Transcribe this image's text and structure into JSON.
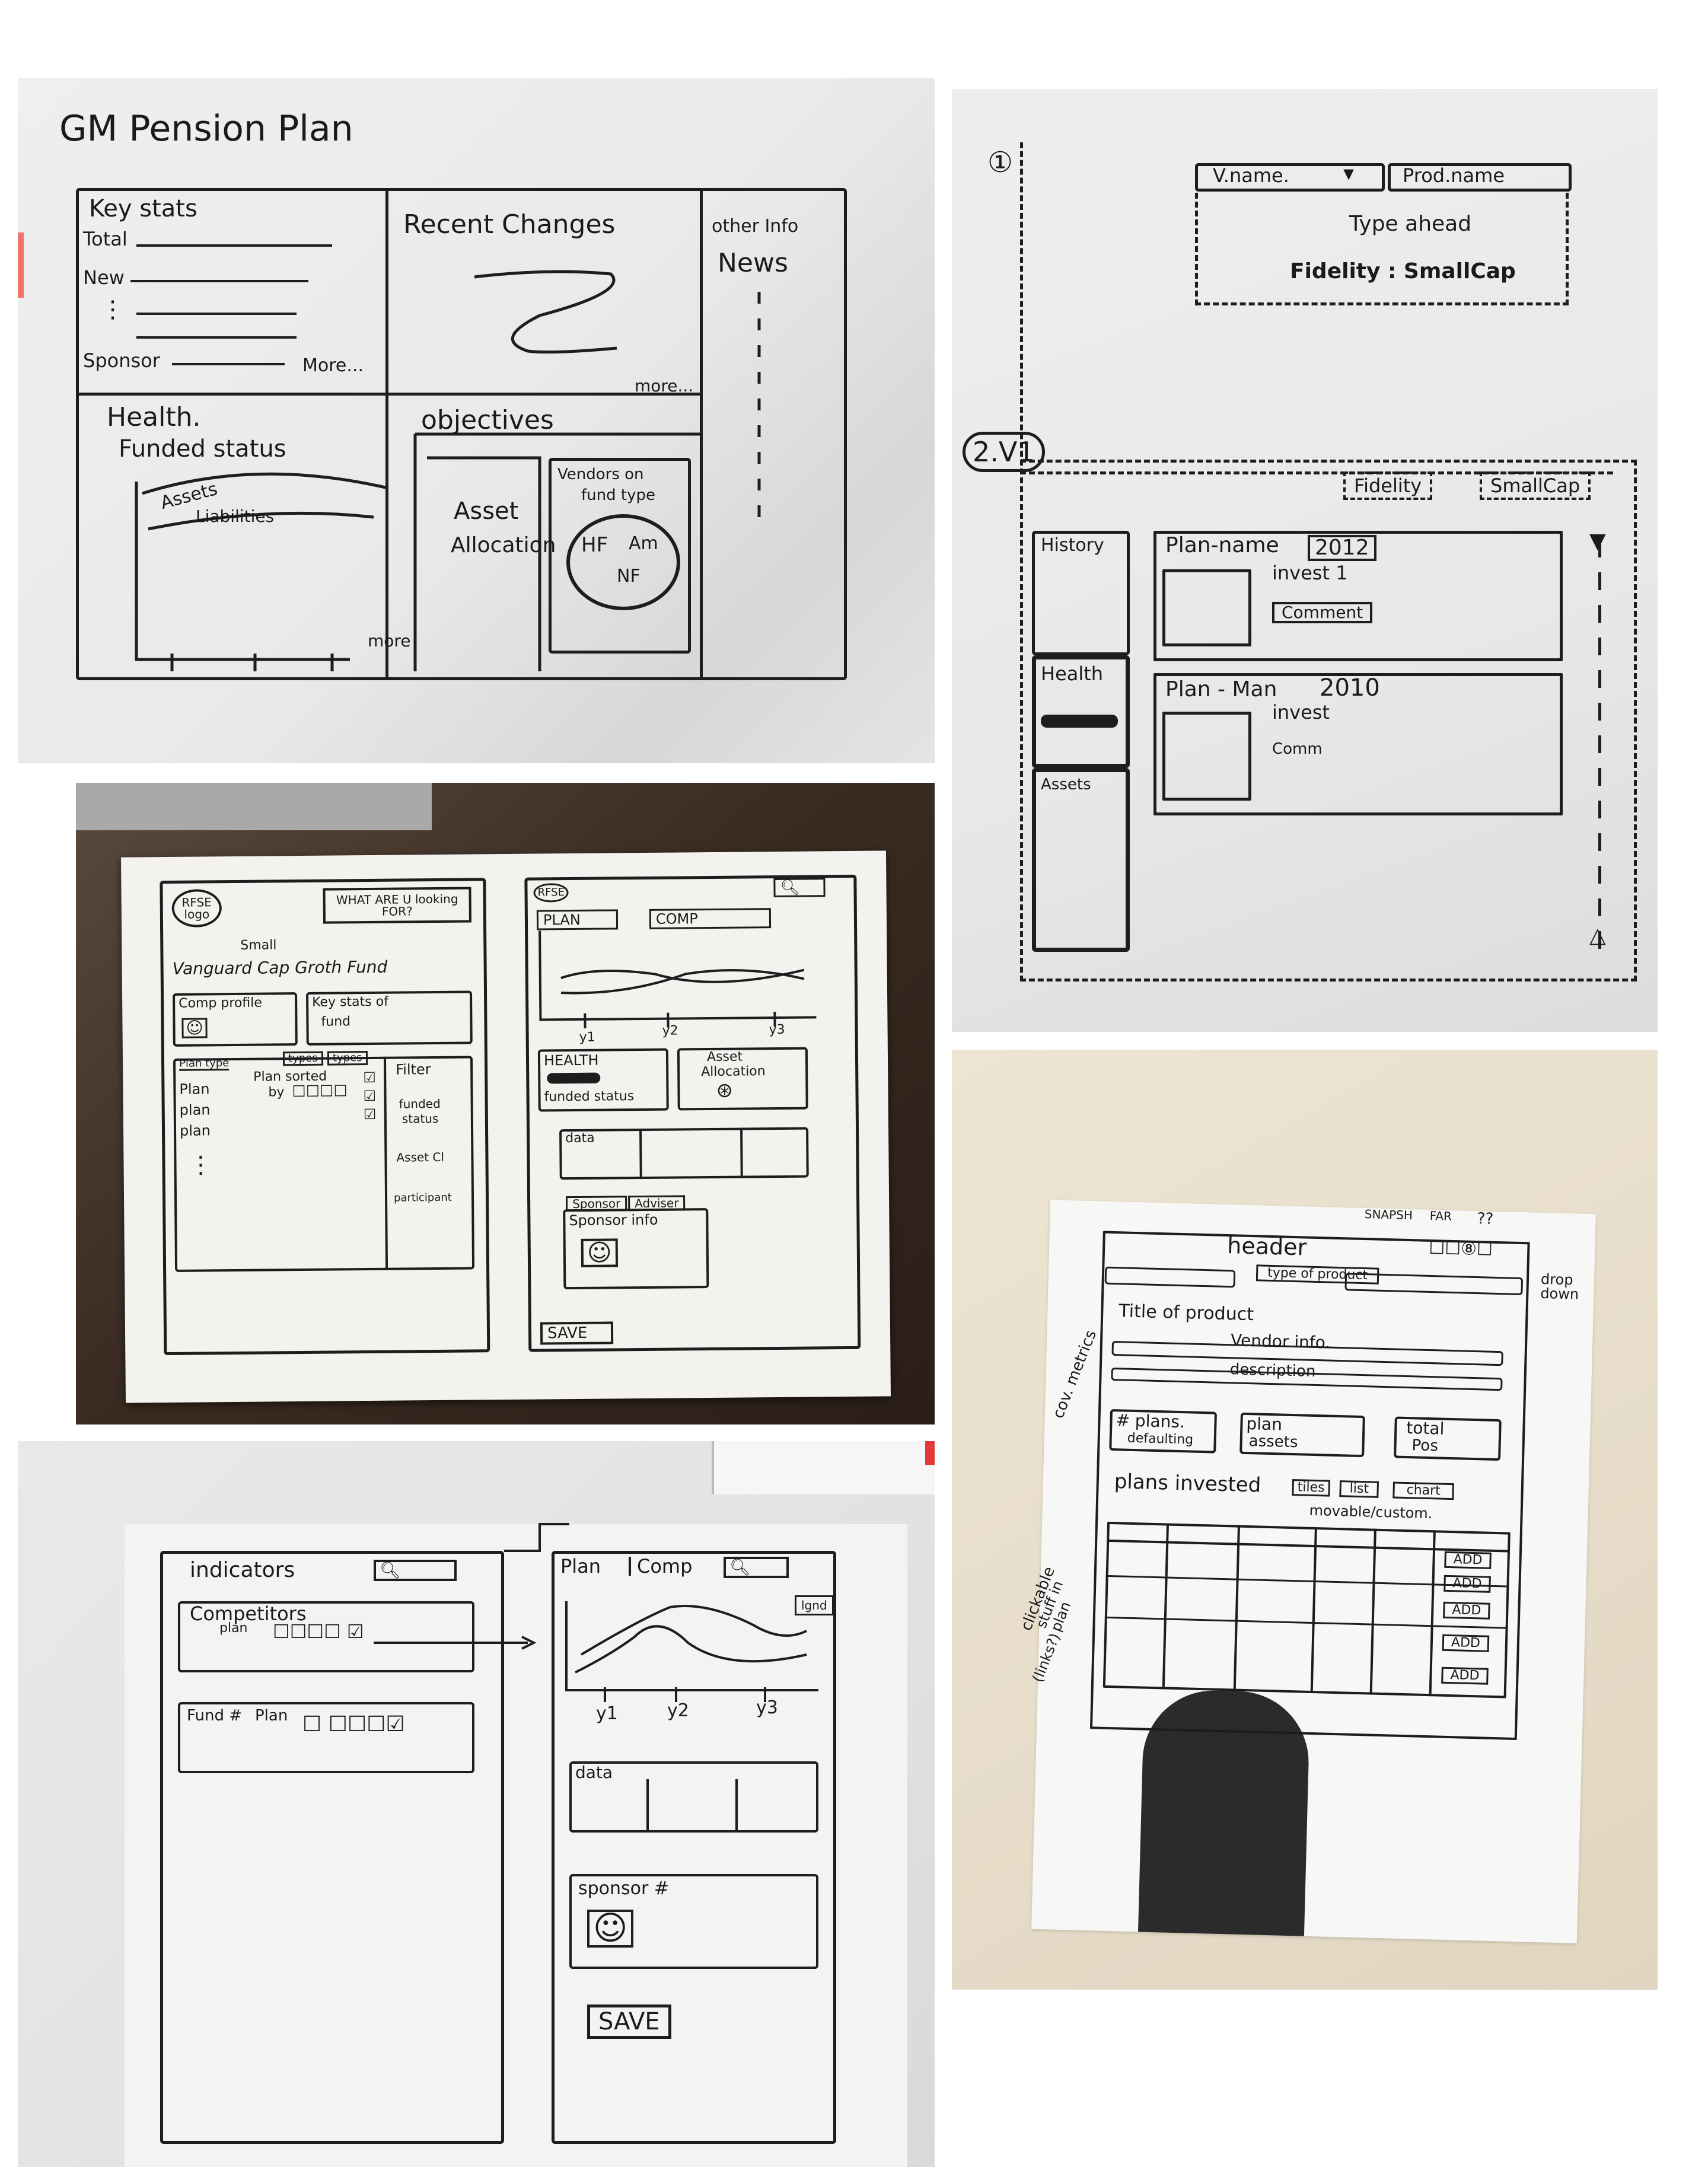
{
  "sketch1": {
    "title": "GM Pension Plan",
    "key_stats": "Key stats",
    "total": "Total",
    "new": "New",
    "sponsor": "Sponsor",
    "more": "More...",
    "recent_changes": "Recent Changes",
    "more2": "more...",
    "other_info": "other Info",
    "news": "News",
    "health": "Health.",
    "funded_status": "Funded status",
    "assets": "Assets",
    "liabilities": "Liabilities",
    "more3": "more",
    "objectives": "objectives",
    "asset_allocation_1": "Asset",
    "asset_allocation_2": "Allocation",
    "vendors_1": "Vendors on",
    "vendors_2": "fund type",
    "pie_hf": "HF",
    "pie_am": "Am",
    "pie_nf": "NF"
  },
  "sketch2": {
    "circle_1": "①",
    "vname": "V.name.",
    "prodname": "Prod.name",
    "type_ahead": "Type ahead",
    "fidelity_smallcap": "Fidelity : SmallCap",
    "circle_2": "2.V1",
    "fidelity": "Fidelity",
    "smallcap": "SmallCap",
    "history": "History",
    "plan_name": "Plan-name",
    "year_2012": "2012",
    "invest_1": "invest 1",
    "invest_2": "invest",
    "comment": "Comment",
    "health": "Health",
    "plan_man": "Plan - Man",
    "year_2010": "2010",
    "invest_3": "invest",
    "comm": "Comm",
    "assets": "Assets"
  },
  "sketch3": {
    "logo": "RFSE logo",
    "search": "WHAT ARE U looking FOR?",
    "small": "Small",
    "fund_title": "Vanguard Cap Groth Fund",
    "comp_profile": "Comp profile",
    "key_stats_1": "Key stats of",
    "key_stats_2": "fund",
    "plan_type": "Plan type",
    "types": "types",
    "filter": "Filter",
    "plan_sorted": "Plan sorted",
    "by": "by",
    "plan_1": "Plan",
    "plan_2": "plan",
    "plan_3": "plan",
    "funded_1": "funded",
    "funded_2": "status",
    "asset_cl": "Asset Cl",
    "participant": "participant",
    "logo2": "RFSE",
    "tab_plan": "PLAN",
    "tab_comp": "COMP",
    "y1": "y1",
    "y2": "y2",
    "y3": "y3",
    "health": "HEALTH",
    "funded_status": "funded status",
    "asset_1": "Asset",
    "asset_2": "Allocation",
    "data": "data",
    "sponsor": "Sponsor",
    "adviser": "Adviser",
    "sponsor_info": "Sponsor info",
    "save": "SAVE"
  },
  "sketch4": {
    "header": "header",
    "type_of_product": "type of product",
    "snapshot": "SNAPSH",
    "far": "FAR",
    "qq": "??",
    "drop_down": "drop down",
    "title_of_product": "Title of product",
    "vendor_info": "Vendor info.",
    "description": "description",
    "cov_metrics": "cov. metrics",
    "plans_1": "# plans.",
    "plans_2": "defaulting",
    "plan_1": "plan",
    "plan_2": "assets",
    "total_1": "total",
    "total_2": "Pos",
    "plans_invested": "plans invested",
    "tiles": "tiles",
    "list": "list",
    "chart": "chart",
    "movable": "movable/custom.",
    "clickable_1": "clickable",
    "clickable_2": "stuff in",
    "clickable_3": "plan",
    "clickable_4": "(links?)",
    "add": "ADD"
  },
  "sketch5": {
    "indicators": "indicators",
    "competitors": "Competitors",
    "plan": "plan",
    "fund": "Fund #",
    "plan2": "Plan",
    "tab_plan": "Plan",
    "tab_comp": "Comp",
    "legend": "lgnd",
    "y1": "y1",
    "y2": "y2",
    "y3": "y3",
    "data": "data",
    "sponsor": "sponsor #",
    "save": "SAVE"
  }
}
